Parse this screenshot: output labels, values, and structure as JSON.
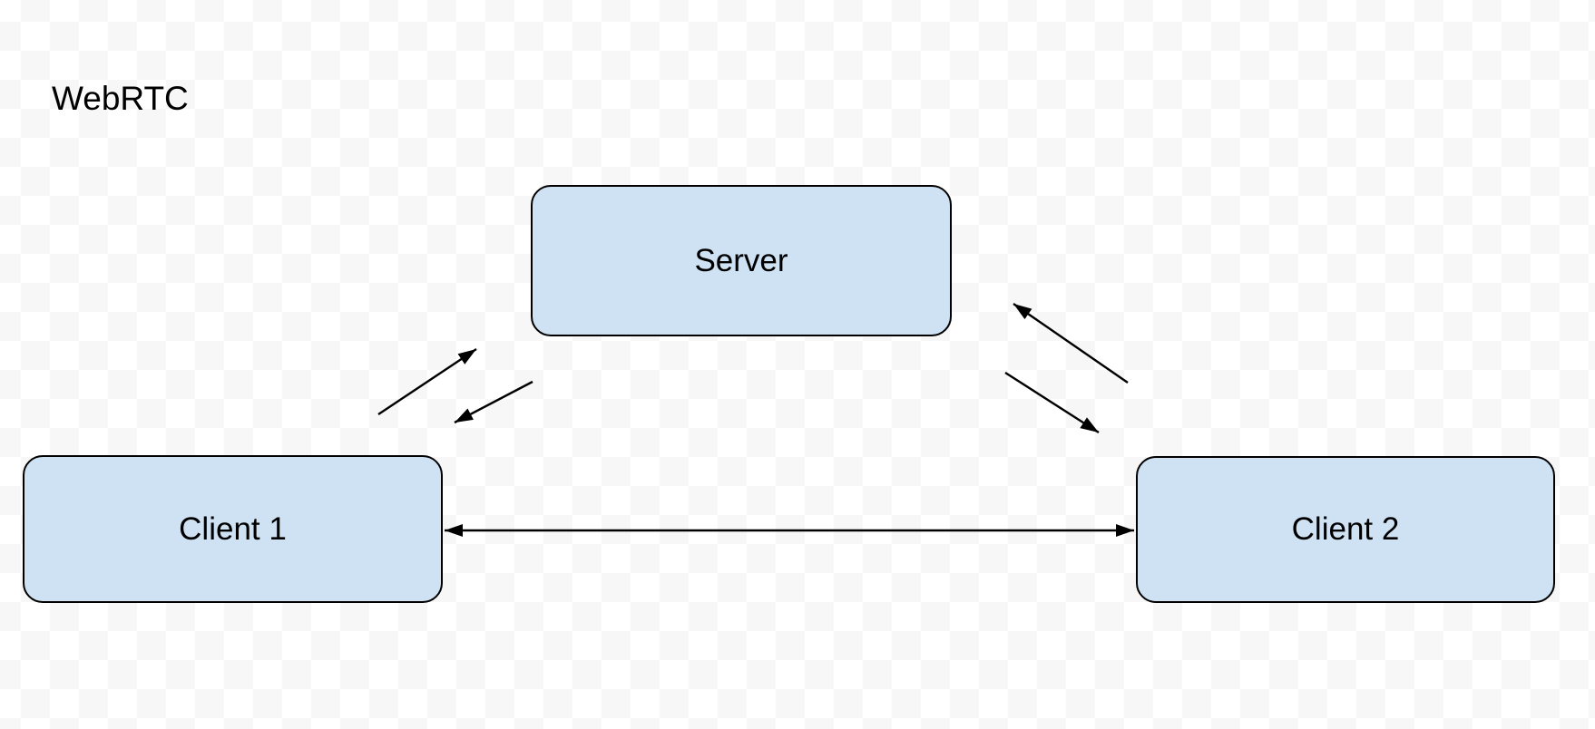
{
  "title": "WebRTC",
  "colors": {
    "node_fill": "#cfe2f3",
    "node_border": "#000000",
    "text": "#000000",
    "arrow": "#000000",
    "checker_light": "#ffffff",
    "checker_dark": "#f7f7f7"
  },
  "nodes": {
    "server": {
      "label": "Server"
    },
    "client1": {
      "label": "Client 1"
    },
    "client2": {
      "label": "Client 2"
    }
  },
  "edges": [
    {
      "from": "Client 1",
      "to": "Server",
      "direction": "one-way"
    },
    {
      "from": "Server",
      "to": "Client 1",
      "direction": "one-way"
    },
    {
      "from": "Client 2",
      "to": "Server",
      "direction": "one-way"
    },
    {
      "from": "Server",
      "to": "Client 2",
      "direction": "one-way"
    },
    {
      "from": "Client 1",
      "to": "Client 2",
      "direction": "two-way"
    }
  ]
}
